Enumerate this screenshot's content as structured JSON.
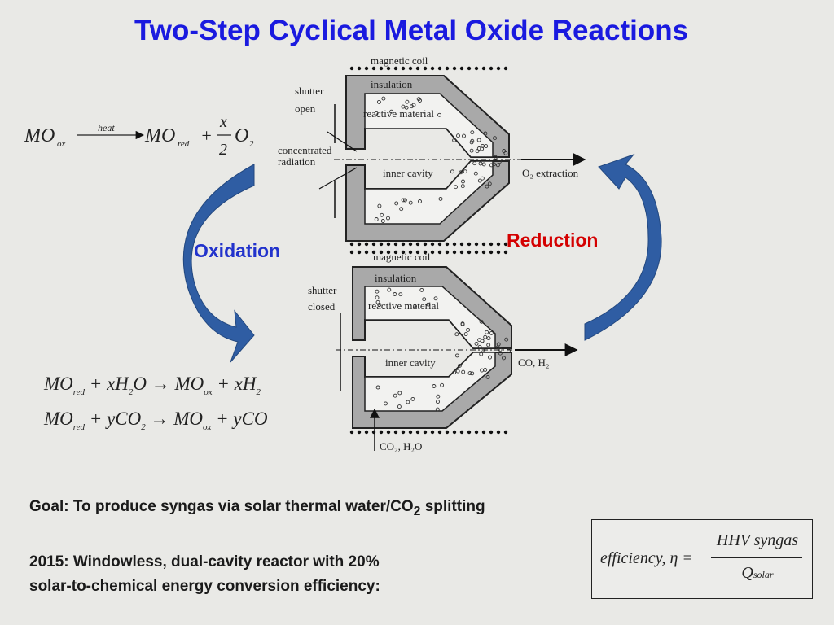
{
  "slide": {
    "title": "Two-Step Cyclical Metal Oxide Reactions"
  },
  "reactor_top": {
    "coil_label": "magnetic coil",
    "insulation_label": "insulation",
    "shutter_label_1": "shutter",
    "shutter_label_2": "open",
    "material_label": "reactive material",
    "radiation_label_1": "concentrated",
    "radiation_label_2": "radiation",
    "cavity_label": "inner cavity",
    "exit_label": "O₂ extraction"
  },
  "reactor_bottom": {
    "coil_label": "magnetic coil",
    "insulation_label": "insulation",
    "shutter_label_1": "shutter",
    "shutter_label_2": "closed",
    "material_label": "reactive material",
    "cavity_label": "inner cavity",
    "exit_label": "CO, H₂",
    "inlet_label": "CO₂, H₂O"
  },
  "phases": {
    "oxidation": "Oxidation",
    "reduction": "Reduction",
    "oxidation_color": "#2233cc",
    "reduction_color": "#d40000",
    "arrow_color": "#2f5da3"
  },
  "reduction_equation": {
    "reactant": "MO",
    "reactant_sub": "ox",
    "over_arrow": "heat",
    "product": "MO",
    "product_sub": "red",
    "plus": "+",
    "frac_num": "x",
    "frac_den": "2",
    "gas": "O",
    "gas_sub": "2"
  },
  "oxidation_equations": [
    {
      "a": "MO",
      "a_sub": "red",
      "b": " + xH",
      "b_sub": "2",
      "c": "O → MO",
      "c_sub": "ox",
      "d": " + xH",
      "d_sub": "2"
    },
    {
      "a": "MO",
      "a_sub": "red",
      "b": " + yCO",
      "b_sub": "2",
      "c": " → MO",
      "c_sub": "ox",
      "d": " + yCO",
      "d_sub": ""
    }
  ],
  "goal": {
    "text_a": "Goal: To produce syngas via solar thermal water/CO",
    "text_sub": "2",
    "text_b": " splitting"
  },
  "note": {
    "line1": "2015: Windowless, dual-cavity reactor with 20%",
    "line2": "solar-to-chemical energy conversion efficiency:"
  },
  "efficiency": {
    "lhs": "efficiency, η =",
    "numerator": "HHV syngas",
    "denominator": "Q",
    "denominator_sub": "solar"
  }
}
